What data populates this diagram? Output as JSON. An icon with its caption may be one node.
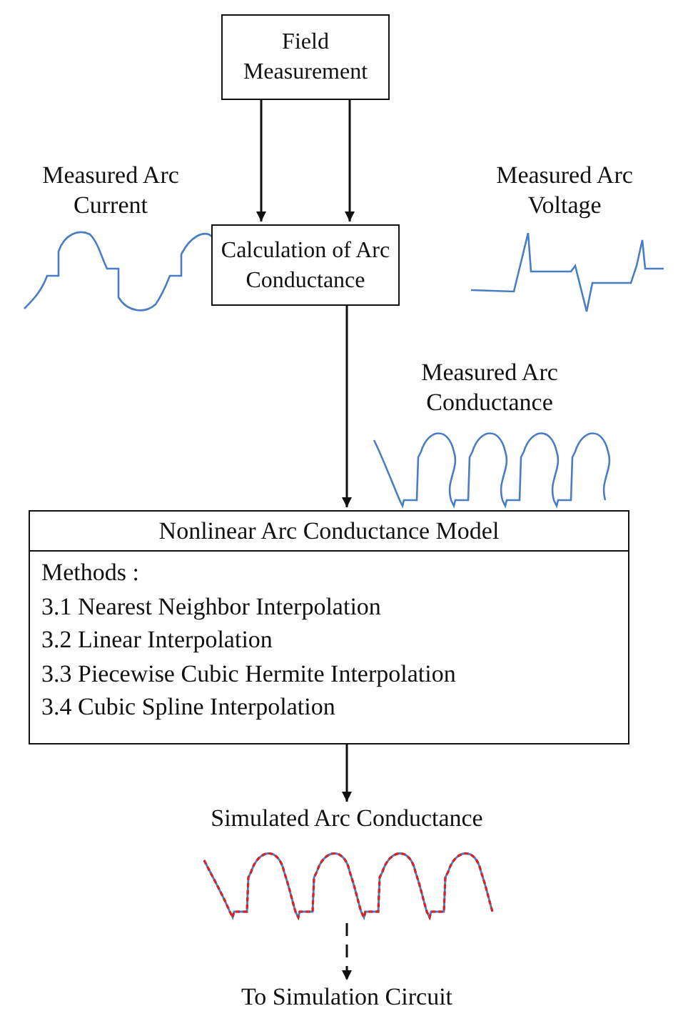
{
  "diagram": {
    "nodes": [
      {
        "text": [
          "Field Measurement"
        ]
      },
      {
        "text": [
          "Calculation of Arc Conductance"
        ]
      },
      {
        "text": [
          "Nonlinear Arc Conductance Model",
          "Methods :",
          "3.1 Nearest Neighbor Interpolation",
          "3.2 Linear Interpolation",
          "3.3 Piecewise Cubic Hermite Interpolation",
          "3.4 Cubic Spline Interpolation"
        ]
      },
      {
        "text": [
          "Simulated Arc Conductance"
        ]
      },
      {
        "text": [],
        "shape": "picture"
      },
      {
        "text": [
          "To Simulation Circuit"
        ]
      }
    ],
    "edges": [
      {
        "from": 0,
        "to": 1,
        "arrow": "to"
      },
      {
        "from": 0,
        "to": 1,
        "arrow": "to"
      },
      {
        "from": 1,
        "to": 2,
        "arrow": "to"
      },
      {
        "from": 2,
        "to": 3,
        "arrow": "to"
      },
      {
        "from": 4,
        "to": 5,
        "arrow": "to",
        "style": "dashed"
      }
    ],
    "labels": [
      "Measured Arc Current",
      "Measured Arc Voltage",
      "Measured Arc Conductance"
    ]
  }
}
